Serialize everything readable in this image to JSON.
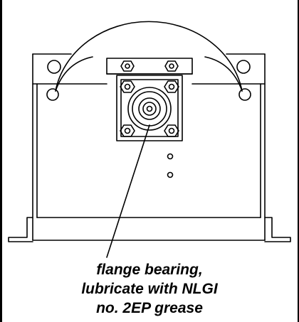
{
  "callout": {
    "line1": "flange bearing,",
    "line2": "lubricate with NLGI",
    "line3": "no. 2EP grease"
  },
  "colors": {
    "stroke": "#000000",
    "background": "#ffffff"
  }
}
